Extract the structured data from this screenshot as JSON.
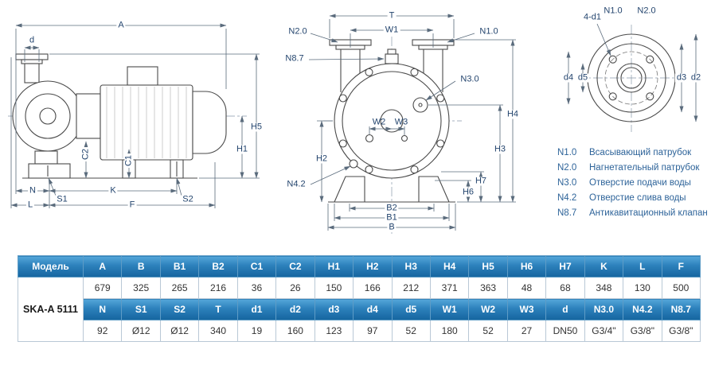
{
  "drawings": {
    "side": {
      "labels": {
        "A": "A",
        "d": "d",
        "H5": "H5",
        "H1": "H1",
        "C2": "C2",
        "C1": "C1",
        "N": "N",
        "S1": "S1",
        "K": "K",
        "S2": "S2",
        "L": "L",
        "F": "F"
      }
    },
    "front": {
      "labels": {
        "N2_0": "N2.0",
        "T": "T",
        "W1": "W1",
        "N1_0": "N1.0",
        "N8_7": "N8.7",
        "N3_0": "N3.0",
        "H2": "H2",
        "W2": "W2",
        "W3": "W3",
        "H4": "H4",
        "H3": "H3",
        "H6": "H6",
        "H7": "H7",
        "N4_2": "N4.2",
        "B2": "B2",
        "B1": "B1",
        "B": "B"
      }
    },
    "flange": {
      "labels": {
        "N1_0": "N1.0",
        "N2_0": "N2.0",
        "bolt": "4-d1",
        "d4": "d4",
        "d5": "d5",
        "d3": "d3",
        "d2": "d2"
      }
    }
  },
  "legend": [
    {
      "code": "N1.0",
      "text": "Всасывающий патрубок"
    },
    {
      "code": "N2.0",
      "text": "Нагнетательный патрубок"
    },
    {
      "code": "N3.0",
      "text": "Отверстие подачи воды"
    },
    {
      "code": "N4.2",
      "text": "Отверстие слива воды"
    },
    {
      "code": "N8.7",
      "text": "Антикавитационный клапан"
    }
  ],
  "table": {
    "model_header": "Модель",
    "model_value": "SKA-A 5111",
    "row1_headers": [
      "A",
      "B",
      "B1",
      "B2",
      "C1",
      "C2",
      "H1",
      "H2",
      "H3",
      "H4",
      "H5",
      "H6",
      "H7",
      "K",
      "L",
      "F"
    ],
    "row1_values": [
      "679",
      "325",
      "265",
      "216",
      "36",
      "26",
      "150",
      "166",
      "212",
      "371",
      "363",
      "48",
      "68",
      "348",
      "130",
      "500"
    ],
    "row2_headers": [
      "N",
      "S1",
      "S2",
      "T",
      "d1",
      "d2",
      "d3",
      "d4",
      "d5",
      "W1",
      "W2",
      "W3",
      "d",
      "N3.0",
      "N4.2",
      "N8.7"
    ],
    "row2_values": [
      "92",
      "Ø12",
      "Ø12",
      "340",
      "19",
      "160",
      "123",
      "97",
      "52",
      "180",
      "52",
      "27",
      "DN50",
      "G3/4\"",
      "G3/8\"",
      "G3/8\""
    ]
  }
}
